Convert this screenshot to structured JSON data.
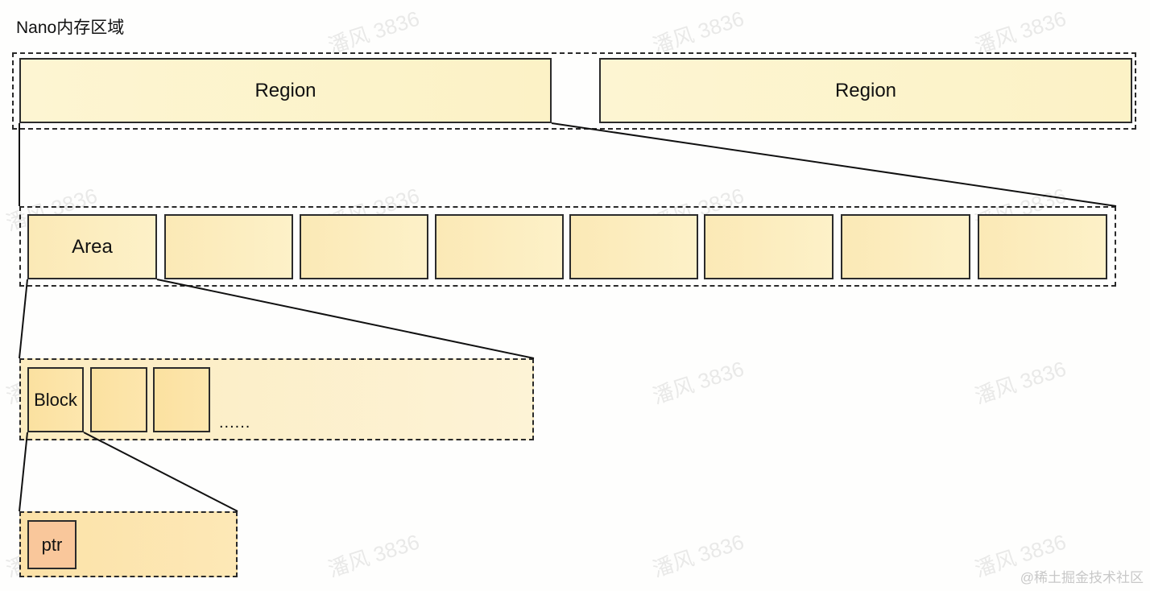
{
  "diagram": {
    "title": "Nano内存区域",
    "region_label": "Region",
    "area_label": "Area",
    "block_label": "Block",
    "ellipsis": "......",
    "ptr_label": "ptr"
  },
  "watermark": "潘风 3836",
  "footer": "@稀土掘金技术社区",
  "colors": {
    "region_fill": "#fdf5d2",
    "area_fill": "#fbe9b6",
    "block_fill": "#fbe1a0",
    "ptr_fill": "#f9c79b",
    "stroke": "#2b2b2b"
  }
}
